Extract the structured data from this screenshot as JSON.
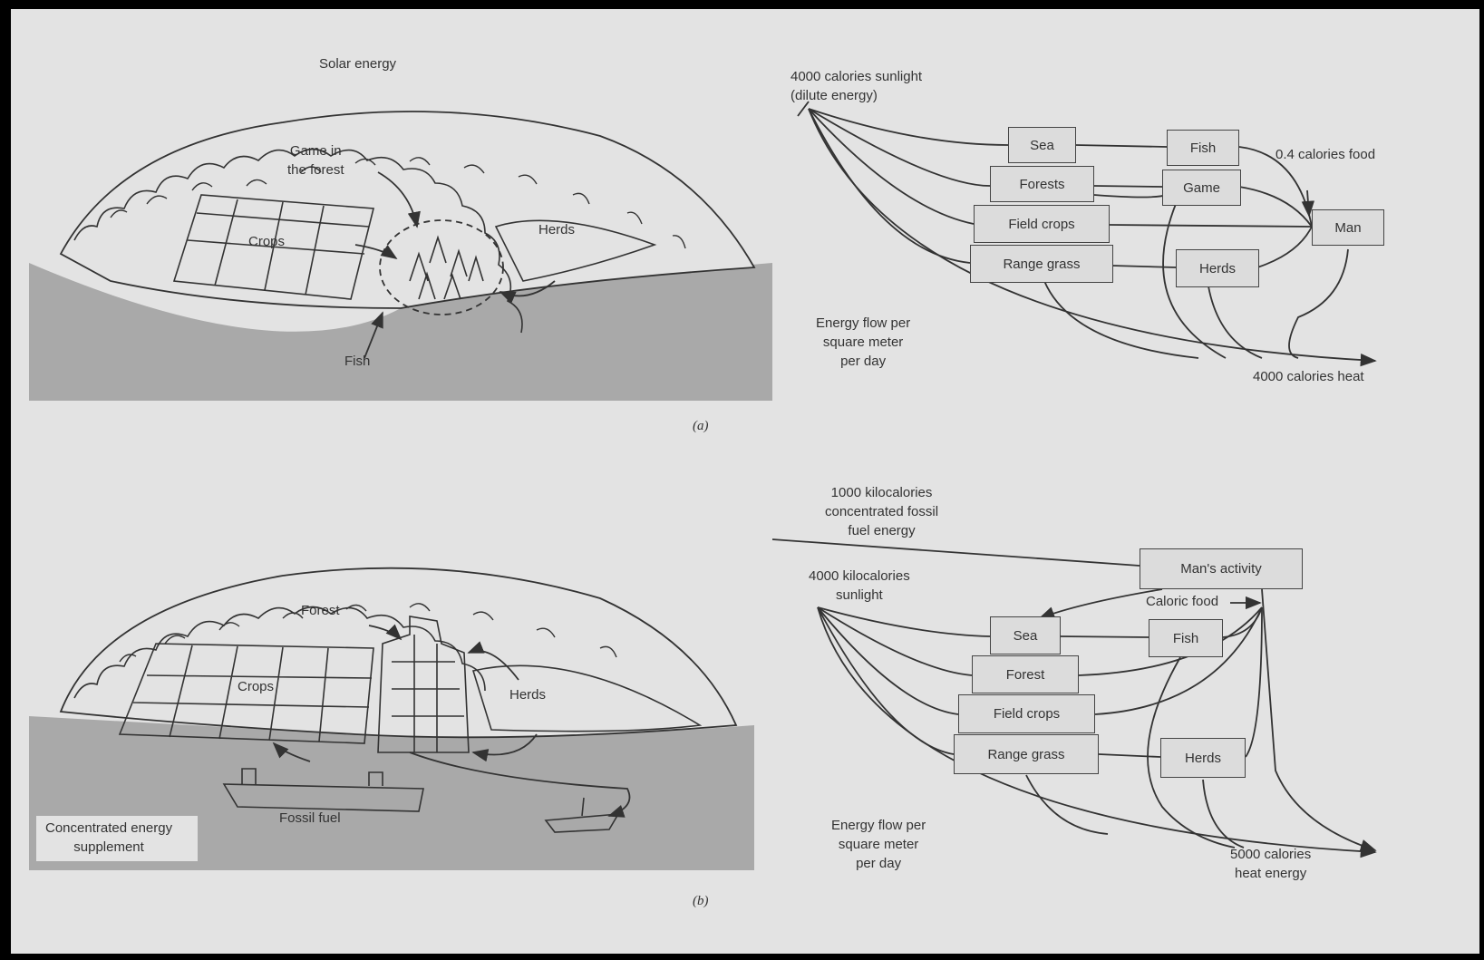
{
  "panel_a": {
    "illustration": {
      "solar_energy": "Solar energy",
      "game_in_forest": "Game in\nthe forest",
      "crops": "Crops",
      "herds": "Herds",
      "fish": "Fish"
    },
    "diagram": {
      "input": "4000 calories sunlight\n(dilute energy)",
      "boxes": {
        "sea": "Sea",
        "forests": "Forests",
        "field_crops": "Field crops",
        "range_grass": "Range grass",
        "fish": "Fish",
        "game": "Game",
        "herds": "Herds",
        "man": "Man"
      },
      "food_label": "0.4 calories food",
      "flow_note": "Energy flow per\nsquare meter\nper day",
      "output": "4000 calories heat"
    },
    "caption": "(a)"
  },
  "panel_b": {
    "illustration": {
      "forest": "Forest",
      "crops": "Crops",
      "herds": "Herds",
      "fossil_fuel": "Fossil fuel",
      "supplement": "Concentrated energy\nsupplement"
    },
    "diagram": {
      "fossil_input": "1000 kilocalories\nconcentrated fossil\nfuel energy",
      "sun_input": "4000 kilocalories\nsunlight",
      "boxes": {
        "mans_activity": "Man's  activity",
        "sea": "Sea",
        "forest": "Forest",
        "field_crops": "Field crops",
        "range_grass": "Range grass",
        "fish": "Fish",
        "herds": "Herds"
      },
      "food_label": "Caloric  food",
      "flow_note": "Energy flow per\nsquare meter\nper day",
      "output": "5000 calories\nheat energy"
    },
    "caption": "(b)"
  },
  "colors": {
    "paper": "#e3e3e3",
    "ink": "#333333",
    "water": "#a9a9a9",
    "frame": "#000000"
  }
}
